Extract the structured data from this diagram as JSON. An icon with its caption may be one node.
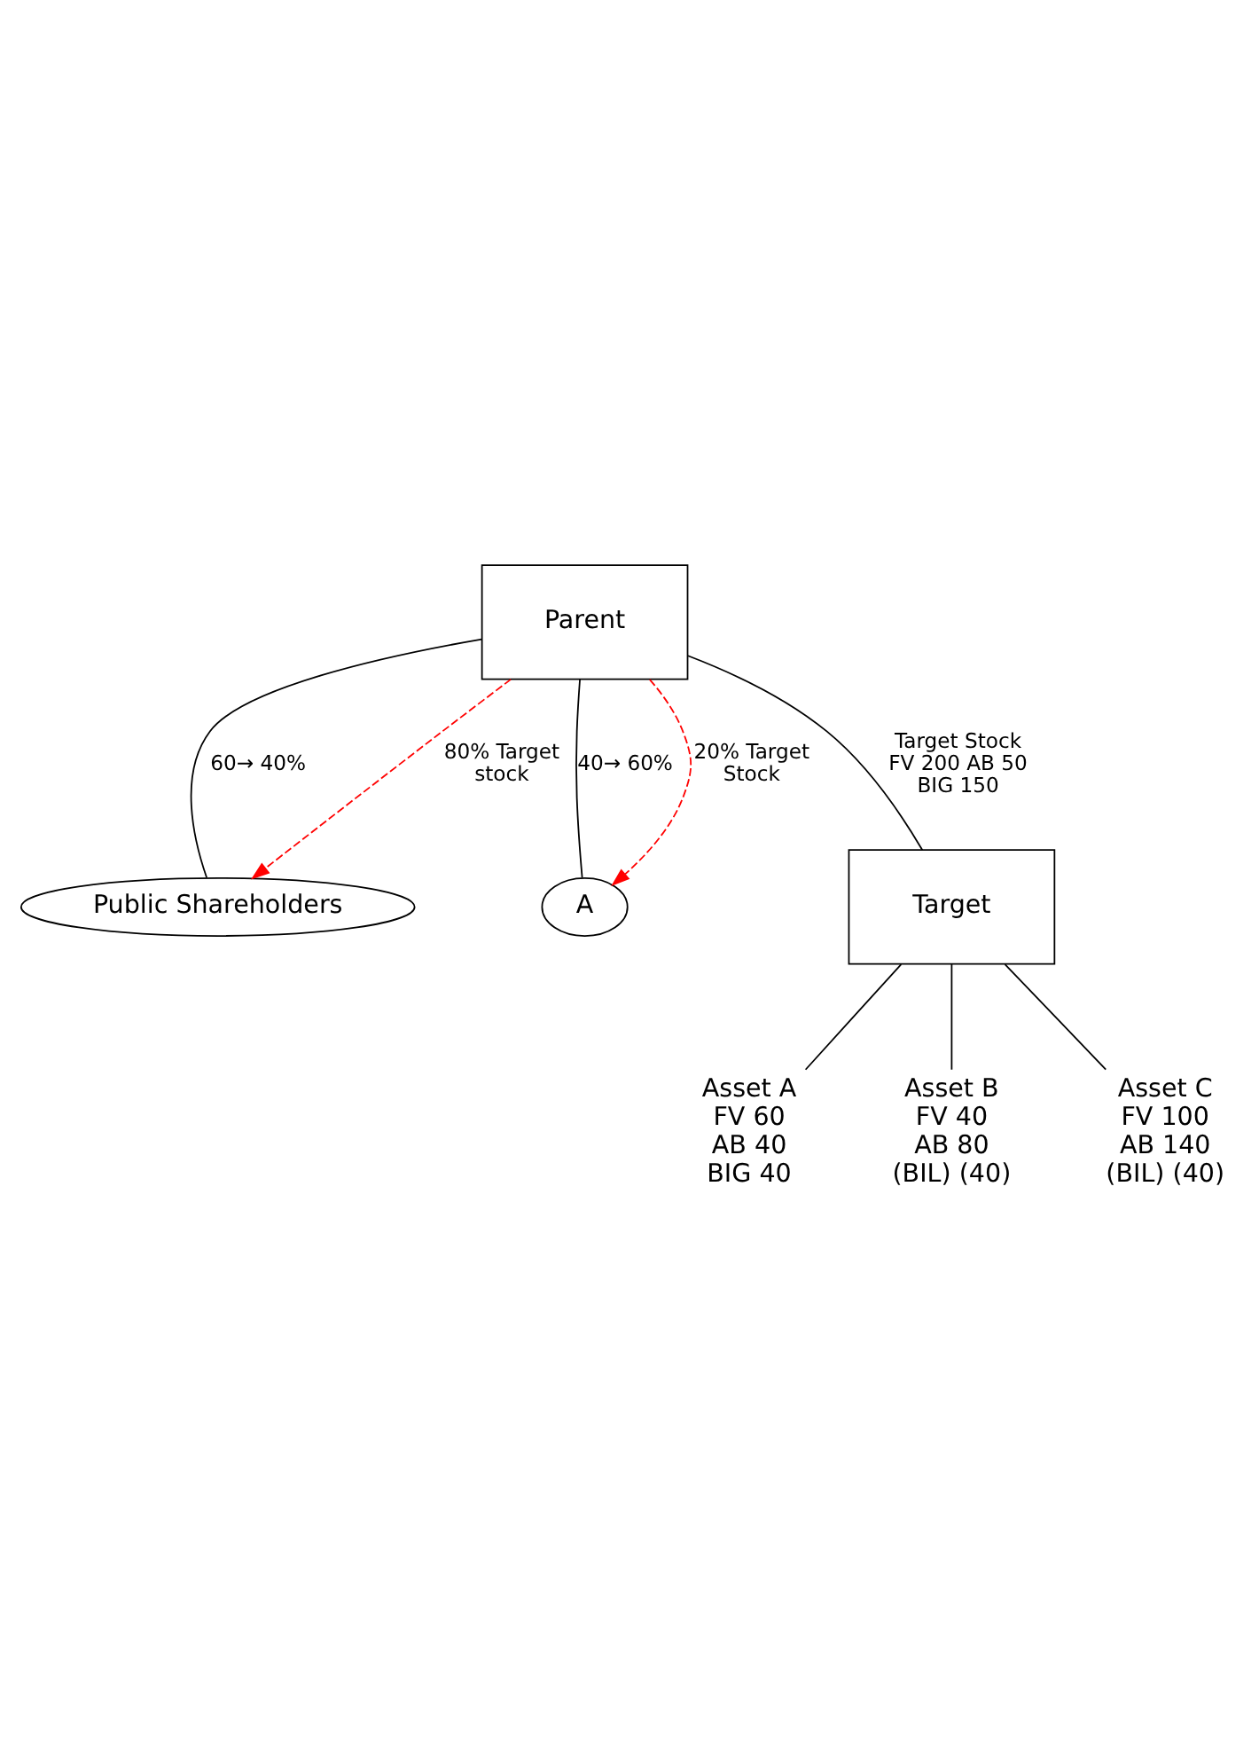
{
  "diagram": {
    "nodes": [
      {
        "text": [
          "Public Shareholders"
        ]
      },
      {
        "text": [
          "A"
        ]
      },
      {
        "text": [
          "Parent"
        ]
      },
      {
        "text": [
          "Target"
        ]
      },
      {
        "text": [
          "Asset A",
          "FV 60",
          "AB 40",
          "BIG 40"
        ]
      },
      {
        "text": [
          "Asset B",
          "FV 40",
          "AB 80",
          "(BIL) (40)"
        ]
      },
      {
        "text": [
          "Asset C",
          "FV 100",
          "AB 140",
          "(BIL) (40)"
        ]
      }
    ],
    "edges": [
      {
        "from": 2,
        "to": 0,
        "arrow": "none",
        "label": "60→ 40%"
      },
      {
        "from": 2,
        "to": 1,
        "arrow": "none",
        "label": "40→ 60%"
      },
      {
        "from": 2,
        "to": 0,
        "arrow": "to",
        "style": "dashed",
        "color": "#ff0000",
        "label": "80% Target stock"
      },
      {
        "from": 2,
        "to": 1,
        "arrow": "to",
        "style": "dashed",
        "color": "#ff0000",
        "label": "20% Target Stock"
      },
      {
        "from": 2,
        "to": 3,
        "arrow": "none",
        "label": "Target Stock FV 200 AB 50 BIG 150"
      },
      {
        "from": 3,
        "to": 4,
        "arrow": "none"
      },
      {
        "from": 3,
        "to": 5,
        "arrow": "none"
      },
      {
        "from": 3,
        "to": 6,
        "arrow": "none"
      }
    ]
  }
}
